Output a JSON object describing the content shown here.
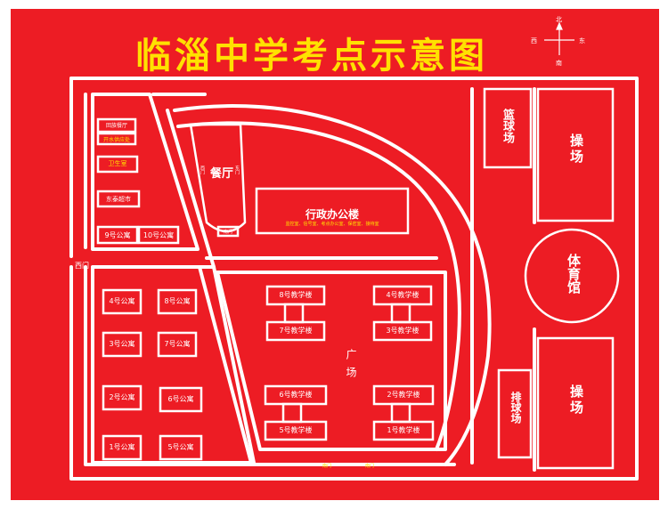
{
  "title": "临淄中学考点示意图",
  "compass": {
    "north": "北",
    "south": "南",
    "west": "西",
    "east": "东"
  },
  "colors": {
    "background": "#ed1c24",
    "lines": "#ffffff",
    "title": "#ffe100",
    "small_text": "#ffe100"
  },
  "buildings": {
    "reception": "回族餐厅",
    "water_room": "开水供应处",
    "clinic": "卫生室",
    "supermarket": "东泰超市",
    "dorm9": "9号公寓",
    "dorm10": "10号公寓",
    "dorm4": "4号公寓",
    "dorm8": "8号公寓",
    "dorm3": "3号公寓",
    "dorm7": "7号公寓",
    "dorm2": "2号公寓",
    "dorm6": "6号公寓",
    "dorm1": "1号公寓",
    "dorm5": "5号公寓",
    "canteen": "餐厅",
    "canteen_west_door": "西门",
    "canteen_east_door": "东门",
    "canteen_south_door": "南门",
    "admin": "行政办公楼",
    "admin_sub": "监控室、信号室、考点办公室、保密室、接待室",
    "teach8": "8号教学楼",
    "teach7": "7号教学楼",
    "teach4": "4号教学楼",
    "teach3": "3号教学楼",
    "teach6": "6号教学楼",
    "teach5": "5号教学楼",
    "teach2": "2号教学楼",
    "teach1": "1号教学楼",
    "plaza": "广场",
    "basketball": "篮球场",
    "field_north": "操场",
    "gym": "体育馆",
    "volleyball": "排球场",
    "field_south": "操场"
  },
  "gates": {
    "west": "西门",
    "south1": "南门",
    "south2": "南门"
  }
}
